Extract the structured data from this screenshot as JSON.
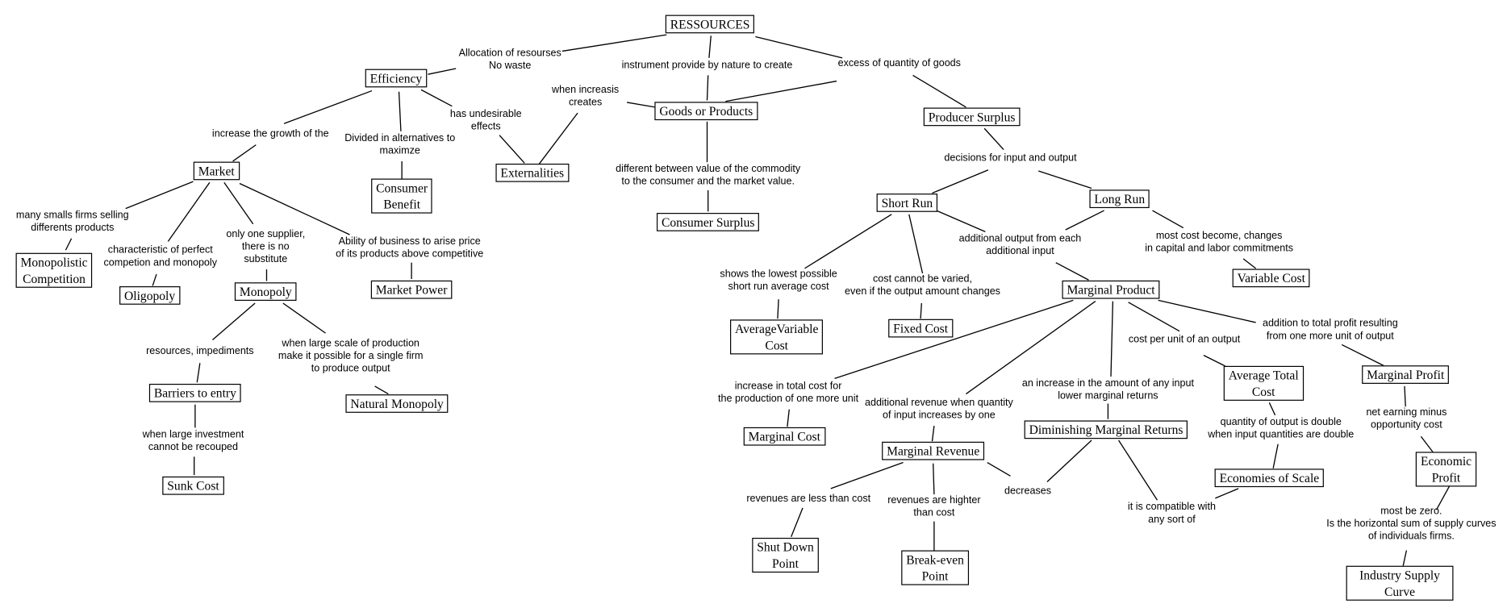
{
  "concept_map": {
    "nodes": [
      {
        "id": "ressources",
        "text": "RESSOURCES"
      },
      {
        "id": "efficiency",
        "text": "Efficiency"
      },
      {
        "id": "goods-or-products",
        "text": "Goods or Products"
      },
      {
        "id": "producer-surplus",
        "text": "Producer Surplus"
      },
      {
        "id": "market",
        "text": "Market"
      },
      {
        "id": "consumer-benefit",
        "text": "Consumer\nBenefit"
      },
      {
        "id": "externalities",
        "text": "Externalities"
      },
      {
        "id": "consumer-surplus",
        "text": "Consumer Surplus"
      },
      {
        "id": "short-run",
        "text": "Short Run"
      },
      {
        "id": "long-run",
        "text": "Long Run"
      },
      {
        "id": "monopolistic-competition",
        "text": "Monopolistic\nCompetition"
      },
      {
        "id": "oligopoly",
        "text": "Oligopoly"
      },
      {
        "id": "monopoly",
        "text": "Monopoly"
      },
      {
        "id": "market-power",
        "text": "Market Power"
      },
      {
        "id": "variable-cost",
        "text": "Variable Cost"
      },
      {
        "id": "marginal-product",
        "text": "Marginal Product"
      },
      {
        "id": "average-variable-cost",
        "text": "AverageVariable\nCost"
      },
      {
        "id": "fixed-cost",
        "text": "Fixed Cost"
      },
      {
        "id": "barriers-to-entry",
        "text": "Barriers to entry"
      },
      {
        "id": "natural-monopoly",
        "text": "Natural Monopoly"
      },
      {
        "id": "average-total-cost",
        "text": "Average Total\nCost"
      },
      {
        "id": "marginal-profit",
        "text": "Marginal Profit"
      },
      {
        "id": "marginal-cost",
        "text": "Marginal Cost"
      },
      {
        "id": "marginal-revenue",
        "text": "Marginal Revenue"
      },
      {
        "id": "diminishing-marginal-returns",
        "text": "Diminishing Marginal Returns"
      },
      {
        "id": "sunk-cost",
        "text": "Sunk Cost"
      },
      {
        "id": "economies-of-scale",
        "text": "Economies of Scale"
      },
      {
        "id": "economic-profit",
        "text": "Economic Profit"
      },
      {
        "id": "shut-down-point",
        "text": "Shut Down\nPoint"
      },
      {
        "id": "break-even-point",
        "text": "Break-even\nPoint"
      },
      {
        "id": "industry-supply-curve",
        "text": "Industry Supply Curve"
      }
    ],
    "links": [
      "Allocation of resourses\nNo waste",
      "instrument provide by nature to create",
      "excess of quantity of goods",
      "when increasis\ncreates",
      "has undesirable\neffects",
      "increase the growth of the",
      "Divided in alternatives to\nmaximze",
      "different between value of the commodity\nto the consumer and the market value.",
      "decisions for input and output",
      "many smalls firms selling\ndifferents products",
      "characteristic of perfect\ncompetion and monopoly",
      "only one supplier,\nthere is no\nsubstitute",
      "Ability of business to arise price\nof its products above competitive",
      "additional output from each\nadditional input",
      "most cost become, changes\nin capital and labor commitments",
      "shows the lowest possible\nshort run average cost",
      "cost cannot be varied,\neven if the output amount changes",
      "resources, impediments",
      "when large scale of production\nmake it possible for a single firm\nto produce output",
      "cost per unit of an output",
      "addition to total profit resulting\nfrom one more unit of output",
      "increase in total cost for\nthe production of one more unit",
      "an increase in the amount of any input\nlower marginal returns",
      "additional revenue when quantity\nof input increases by one",
      "quantity of output is double\nwhen input quantities are double",
      "net earning minus\nopportunity cost",
      "when large investment\ncannot be recouped",
      "decreases",
      "revenues are less than cost",
      "revenues are highter\nthan cost",
      "it is compatible with\nany sort of",
      "most be zero.\nIs the horizontal sum of supply curves\nof individuals firms."
    ]
  }
}
